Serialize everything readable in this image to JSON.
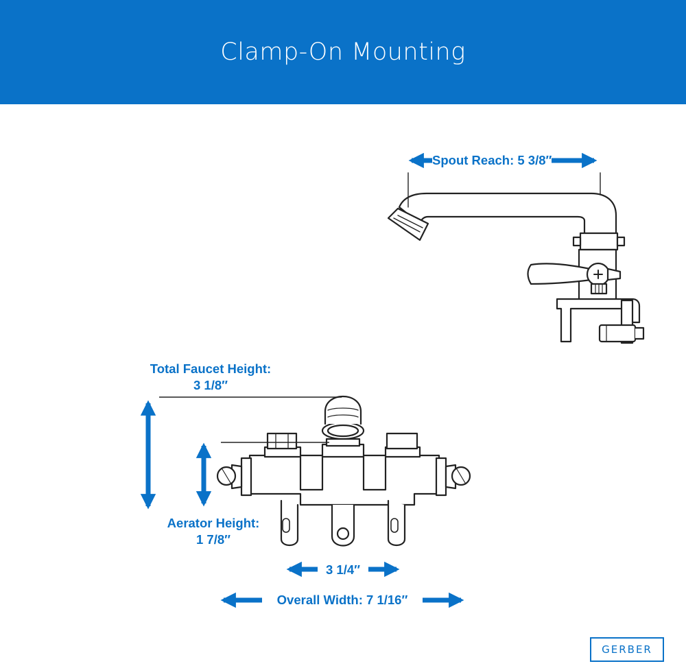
{
  "header": {
    "title": "Clamp-On Mounting",
    "background_color": "#0a72c8"
  },
  "dimensions": {
    "spout_reach": "Spout Reach: 5 3/8″",
    "total_height_line1": "Total Faucet Height:",
    "total_height_line2": "3 1/8″",
    "aerator_height_line1": "Aerator Height:",
    "aerator_height_line2": "1 7/8″",
    "center_spacing": "3 1/4″",
    "overall_width": "Overall Width: 7 1/16″"
  },
  "brand": {
    "logo_text": "GERBER"
  },
  "colors": {
    "accent": "#0a72c8",
    "line_art": "#222222"
  }
}
